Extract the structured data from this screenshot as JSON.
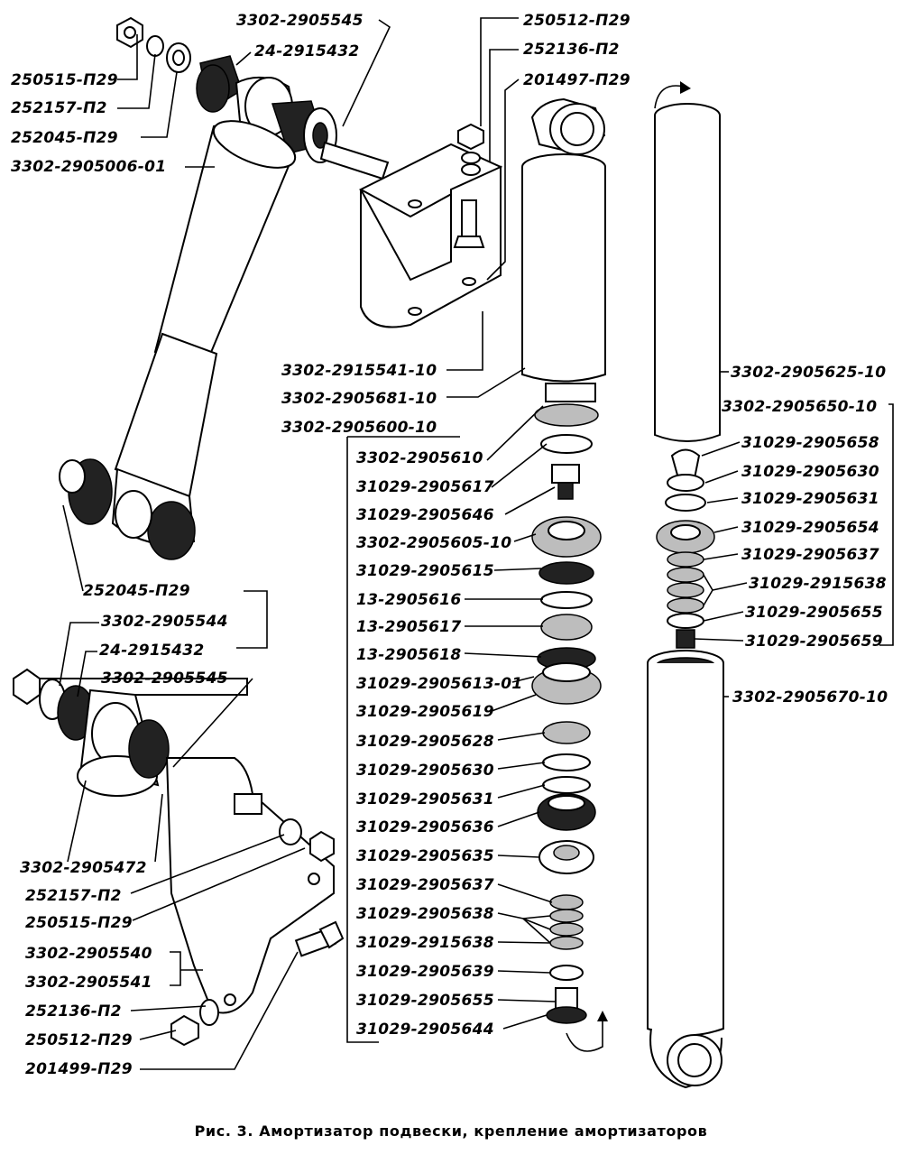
{
  "caption": "Рис. 3. Амортизатор подвески, крепление амортизаторов",
  "labels": {
    "l_250515_top": "250515-П29",
    "l_252157_top": "252157-П2",
    "l_252045_top": "252045-П29",
    "l_3302_2905006": "3302-2905006-01",
    "l_3302_2905545_top": "3302-2905545",
    "l_24_2915432_top": "24-2915432",
    "l_250512_top": "250512-П29",
    "l_252136_top": "252136-П2",
    "l_201497": "201497-П29",
    "l_3302_2915541": "3302-2915541-10",
    "l_3302_2905681": "3302-2905681-10",
    "l_3302_2905600": "3302-2905600-10",
    "l_3302_2905610": "3302-2905610",
    "l_31029_2905617a": "31029-2905617",
    "l_31029_2905646": "31029-2905646",
    "l_3302_2905605": "3302-2905605-10",
    "l_31029_2905615": "31029-2905615",
    "l_13_2905616": "13-2905616",
    "l_13_2905617": "13-2905617",
    "l_13_2905618": "13-2905618",
    "l_31029_2905613": "31029-2905613-01",
    "l_31029_2905619": "31029-2905619",
    "l_31029_2905628": "31029-2905628",
    "l_31029_2905630a": "31029-2905630",
    "l_31029_2905631a": "31029-2905631",
    "l_31029_2905636": "31029-2905636",
    "l_31029_2905635": "31029-2905635",
    "l_31029_2905637a": "31029-2905637",
    "l_31029_2905638a": "31029-2905638",
    "l_31029_2915638a": "31029-2915638",
    "l_31029_2905639": "31029-2905639",
    "l_31029_2905655a": "31029-2905655",
    "l_31029_2905644": "31029-2905644",
    "l_3302_2905625": "3302-2905625-10",
    "l_3302_2905650": "3302-2905650-10",
    "l_31029_2905658": "31029-2905658",
    "l_31029_2905630b": "31029-2905630",
    "l_31029_2905631b": "31029-2905631",
    "l_31029_2905654": "31029-2905654",
    "l_31029_2905637b": "31029-2905637",
    "l_31029_2915638b": "31029-2915638",
    "l_31029_2905655b": "31029-2905655",
    "l_31029_2905659": "31029-2905659",
    "l_3302_2905670": "3302-2905670-10",
    "l_252045_bot": "252045-П29",
    "l_3302_2905544": "3302-2905544",
    "l_24_2915432_bot": "24-2915432",
    "l_3302_2905545_bot": "3302-2905545",
    "l_3302_2905472": "3302-2905472",
    "l_252157_bot": "252157-П2",
    "l_250515_bot": "250515-П29",
    "l_3302_2905540": "3302-2905540",
    "l_3302_2905541": "3302-2905541",
    "l_252136_bot": "252136-П2",
    "l_250512_bot": "250512-П29",
    "l_201499": "201499-П29"
  }
}
